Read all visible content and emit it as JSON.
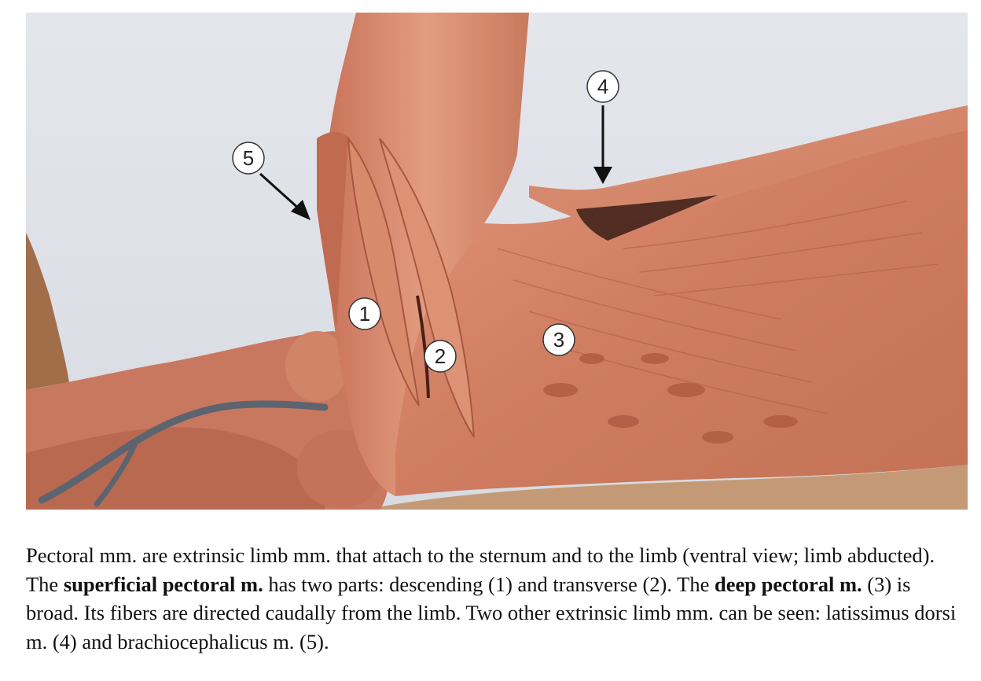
{
  "figure": {
    "markers": [
      {
        "label": "1"
      },
      {
        "label": "2"
      },
      {
        "label": "3"
      },
      {
        "label": "4"
      },
      {
        "label": "5"
      }
    ],
    "colors": {
      "background": "#dfe2e8",
      "muscle": "#d6866a",
      "muscle_dark": "#b8624a",
      "vessel": "#5c6470",
      "marker_fill": "#ffffff"
    }
  },
  "caption": {
    "p1": "Pectoral mm. are extrinsic limb mm. that attach to the sternum and to the limb (ventral view; limb abducted). The ",
    "b1": "superficial pectoral m.",
    "p2": " has two parts: descending (1) and transverse (2). The ",
    "b2": "deep pectoral m.",
    "p3": " (3) is broad. Its fibers are directed caudally from the limb. Two other extrinsic limb mm. can be seen: latissimus dorsi m. (4) and brachiocephalicus m. (5)."
  }
}
